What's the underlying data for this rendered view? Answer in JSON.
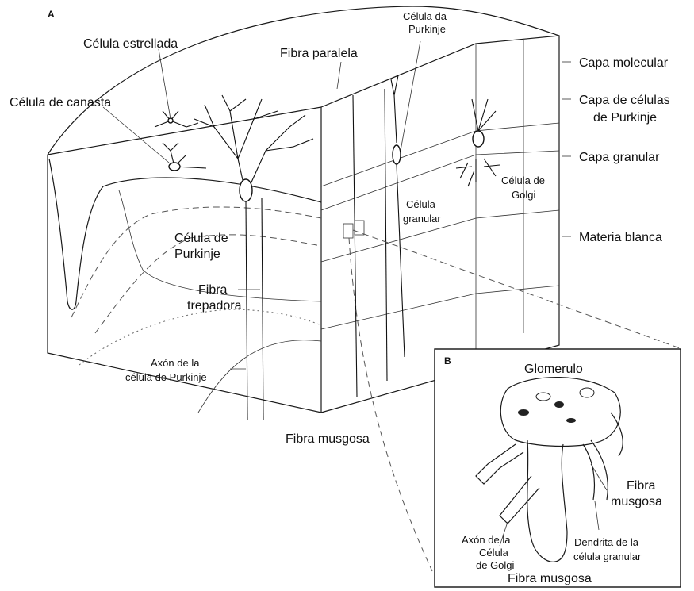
{
  "panel_a": {
    "letter": "A",
    "labels": {
      "stellate_cell": "Célula estrellada",
      "basket_cell": "Célula de canasta",
      "parallel_fiber": "Fibra paralela",
      "purkinje_top_line1": "Célula da",
      "purkinje_top_line2": "Purkinje",
      "purkinje_mid_line1": "Célula de",
      "purkinje_mid_line2": "Purkinje",
      "climbing_fiber_line1": "Fibra",
      "climbing_fiber_line2": "trepadora",
      "axon_line1": "Axón de la",
      "axon_line2": "célula de Purkinje",
      "granule_cell_line1": "Célula",
      "granule_cell_line2": "granular",
      "golgi_cell_line1": "Célula de",
      "golgi_cell_line2": "Golgi",
      "mossy_fiber": "Fibra musgosa"
    },
    "layers": {
      "molecular": "Capa molecular",
      "purkinje_line1": "Capa de células",
      "purkinje_line2": "de Purkinje",
      "granular": "Capa granular",
      "white_matter": "Materia blanca"
    }
  },
  "panel_b": {
    "letter": "B",
    "labels": {
      "glomerulus": "Glomerulo",
      "mossy_fiber_right_line1": "Fibra",
      "mossy_fiber_right_line2": "musgosa",
      "golgi_axon_line1": "Axón de la",
      "golgi_axon_line2": "Célula",
      "golgi_axon_line3": "de Golgi",
      "granule_dendrite_line1": "Dendrita de la",
      "granule_dendrite_line2": "célula granular",
      "mossy_fiber_bottom": "Fibra musgosa"
    }
  }
}
